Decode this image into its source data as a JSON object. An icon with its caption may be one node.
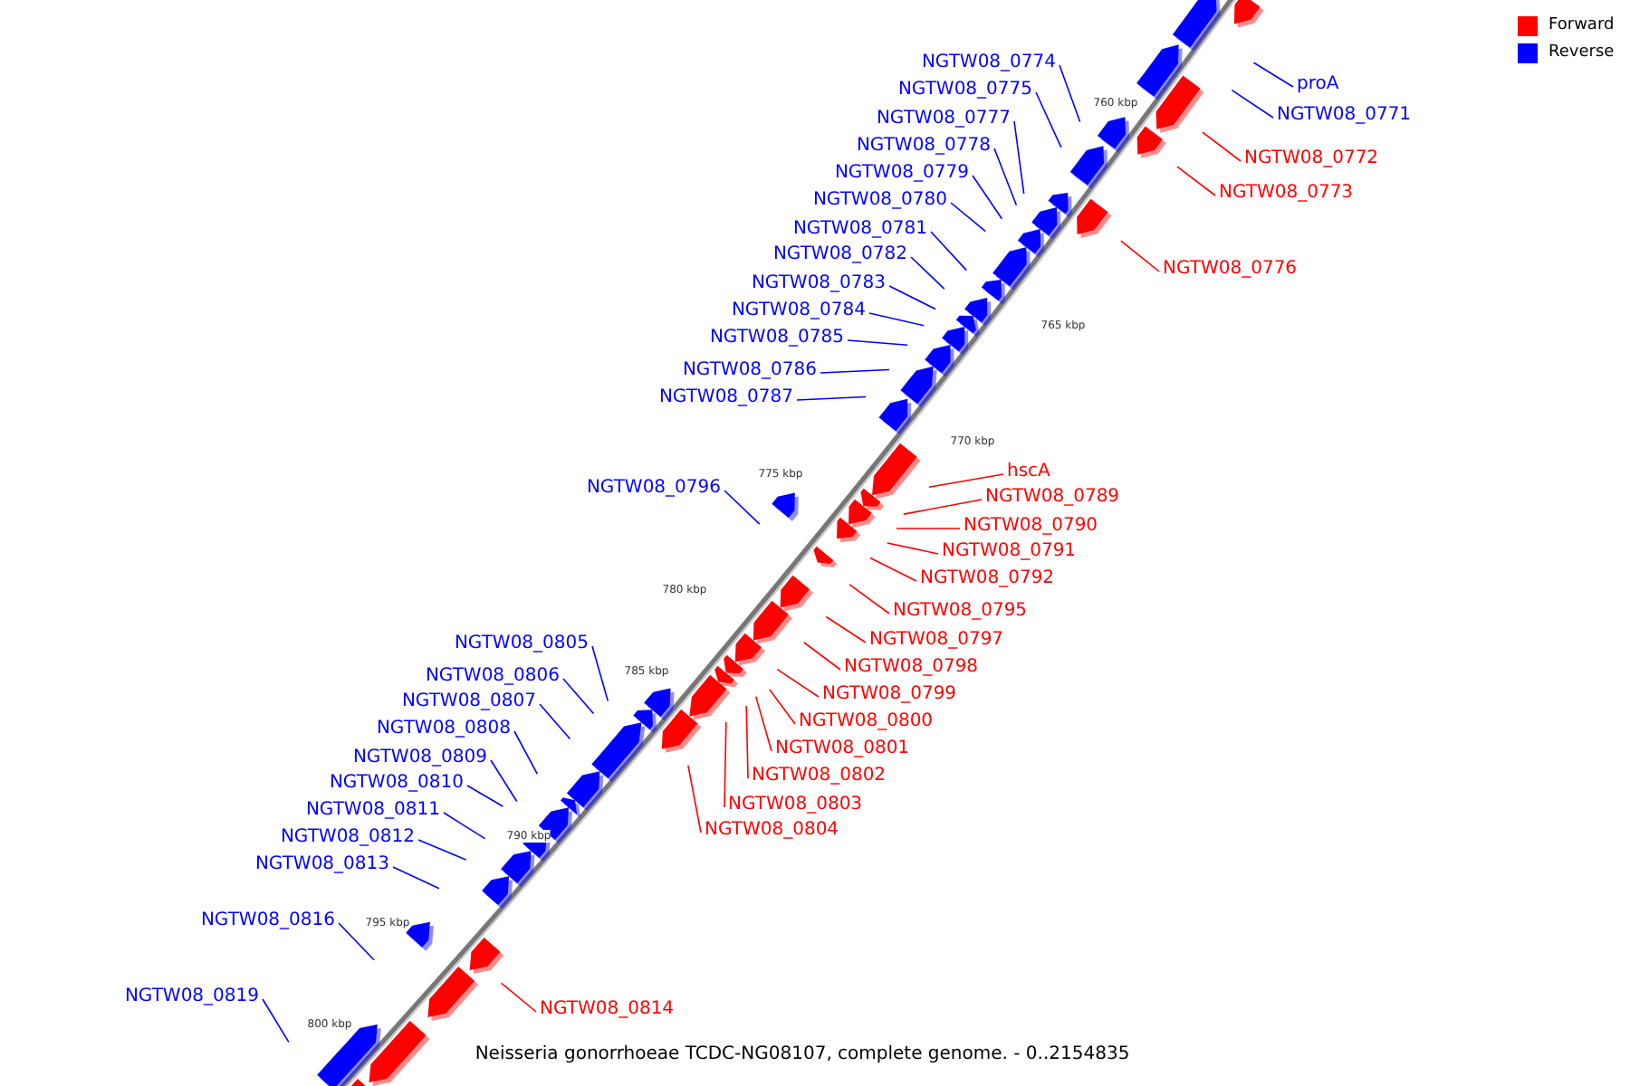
{
  "diagram": {
    "caption": "Neisseria gonorrhoeae TCDC-NG08107, complete genome. - 0..2154835",
    "nodes": [
      {
        "text": [
          "NGTW08_0774"
        ]
      },
      {
        "text": [
          "proA"
        ]
      },
      {
        "text": [
          "NGTW08_0775"
        ]
      },
      {
        "text": [
          "NGTW08_0771"
        ]
      },
      {
        "text": [
          "NGTW08_0777"
        ]
      },
      {
        "text": [
          "NGTW08_0778"
        ]
      },
      {
        "text": [
          "NGTW08_0772"
        ]
      },
      {
        "text": [
          "NGTW08_0779"
        ]
      },
      {
        "text": [
          "NGTW08_0773"
        ]
      },
      {
        "text": [
          "NGTW08_0780"
        ]
      },
      {
        "text": [
          "NGTW08_0781"
        ]
      },
      {
        "text": [
          "NGTW08_0782"
        ]
      },
      {
        "text": [
          "NGTW08_0776"
        ]
      },
      {
        "text": [
          "NGTW08_0783"
        ]
      },
      {
        "text": [
          "NGTW08_0784"
        ]
      },
      {
        "text": [
          "NGTW08_0785"
        ]
      },
      {
        "text": [
          "NGTW08_0786"
        ]
      },
      {
        "text": [
          "NGTW08_0787"
        ]
      },
      {
        "text": [
          "hscA"
        ]
      },
      {
        "text": [
          "NGTW08_0796"
        ]
      },
      {
        "text": [
          "NGTW08_0789"
        ]
      },
      {
        "text": [
          "NGTW08_0790"
        ]
      },
      {
        "text": [
          "NGTW08_0791"
        ]
      },
      {
        "text": [
          "NGTW08_0792"
        ]
      },
      {
        "text": [
          "NGTW08_0795"
        ]
      },
      {
        "text": [
          "NGTW08_0797"
        ]
      },
      {
        "text": [
          "NGTW08_0805"
        ]
      },
      {
        "text": [
          "NGTW08_0798"
        ]
      },
      {
        "text": [
          "NGTW08_0806"
        ]
      },
      {
        "text": [
          "NGTW08_0799"
        ]
      },
      {
        "text": [
          "NGTW08_0807"
        ]
      },
      {
        "text": [
          "NGTW08_0800"
        ]
      },
      {
        "text": [
          "NGTW08_0808"
        ]
      },
      {
        "text": [
          "NGTW08_0801"
        ]
      },
      {
        "text": [
          "NGTW08_0809"
        ]
      },
      {
        "text": [
          "NGTW08_0802"
        ]
      },
      {
        "text": [
          "NGTW08_0810"
        ]
      },
      {
        "text": [
          "NGTW08_0803"
        ]
      },
      {
        "text": [
          "NGTW08_0811"
        ]
      },
      {
        "text": [
          "NGTW08_0804"
        ]
      },
      {
        "text": [
          "NGTW08_0812"
        ]
      },
      {
        "text": [
          "NGTW08_0813"
        ]
      },
      {
        "text": [
          "NGTW08_0816"
        ]
      },
      {
        "text": [
          "NGTW08_0819"
        ]
      },
      {
        "text": [
          "NGTW08_0814"
        ]
      }
    ],
    "edges": [
      {
        "from": 0,
        "to": null,
        "arrow": "none"
      },
      {
        "from": 1,
        "to": null,
        "arrow": "none"
      },
      {
        "from": 2,
        "to": null,
        "arrow": "none"
      },
      {
        "from": 3,
        "to": null,
        "arrow": "none"
      },
      {
        "from": 4,
        "to": null,
        "arrow": "none"
      },
      {
        "from": 5,
        "to": null,
        "arrow": "none"
      },
      {
        "from": 6,
        "to": null,
        "arrow": "none",
        "color": "#ff0000"
      },
      {
        "from": 7,
        "to": null,
        "arrow": "none"
      },
      {
        "from": 8,
        "to": null,
        "arrow": "none",
        "color": "#ff0000"
      },
      {
        "from": 9,
        "to": null,
        "arrow": "none"
      },
      {
        "from": 10,
        "to": null,
        "arrow": "none"
      },
      {
        "from": 11,
        "to": null,
        "arrow": "none"
      },
      {
        "from": 12,
        "to": null,
        "arrow": "none",
        "color": "#ff0000"
      },
      {
        "from": 13,
        "to": null,
        "arrow": "none"
      },
      {
        "from": 14,
        "to": null,
        "arrow": "none"
      },
      {
        "from": 15,
        "to": null,
        "arrow": "none"
      },
      {
        "from": 16,
        "to": null,
        "arrow": "none"
      },
      {
        "from": 17,
        "to": null,
        "arrow": "none"
      },
      {
        "from": 18,
        "to": null,
        "arrow": "none",
        "color": "#ff0000"
      },
      {
        "from": 19,
        "to": null,
        "arrow": "none"
      },
      {
        "from": 20,
        "to": null,
        "arrow": "none",
        "color": "#ff0000"
      },
      {
        "from": 21,
        "to": null,
        "arrow": "none",
        "color": "#ff0000"
      },
      {
        "from": 22,
        "to": null,
        "arrow": "none",
        "color": "#ff0000"
      },
      {
        "from": 23,
        "to": null,
        "arrow": "none",
        "color": "#ff0000"
      },
      {
        "from": 24,
        "to": null,
        "arrow": "none",
        "color": "#ff0000"
      },
      {
        "from": 25,
        "to": null,
        "arrow": "none",
        "color": "#ff0000"
      },
      {
        "from": 26,
        "to": null,
        "arrow": "none"
      },
      {
        "from": 27,
        "to": null,
        "arrow": "none",
        "color": "#ff0000"
      },
      {
        "from": 28,
        "to": null,
        "arrow": "none"
      },
      {
        "from": 29,
        "to": null,
        "arrow": "none",
        "color": "#ff0000"
      },
      {
        "from": 30,
        "to": null,
        "arrow": "none"
      },
      {
        "from": 31,
        "to": null,
        "arrow": "none",
        "color": "#ff0000"
      },
      {
        "from": 32,
        "to": null,
        "arrow": "none"
      },
      {
        "from": 33,
        "to": null,
        "arrow": "none",
        "color": "#ff0000"
      },
      {
        "from": 34,
        "to": null,
        "arrow": "none"
      },
      {
        "from": 35,
        "to": null,
        "arrow": "none",
        "color": "#ff0000"
      },
      {
        "from": 36,
        "to": null,
        "arrow": "none"
      },
      {
        "from": 37,
        "to": null,
        "arrow": "none",
        "color": "#ff0000"
      },
      {
        "from": 38,
        "to": null,
        "arrow": "none"
      },
      {
        "from": 39,
        "to": null,
        "arrow": "none",
        "color": "#ff0000"
      },
      {
        "from": 40,
        "to": null,
        "arrow": "none"
      },
      {
        "from": 41,
        "to": null,
        "arrow": "none"
      },
      {
        "from": 42,
        "to": null,
        "arrow": "none"
      },
      {
        "from": 43,
        "to": null,
        "arrow": "none"
      },
      {
        "from": 44,
        "to": null,
        "arrow": "none",
        "color": "#ff0000"
      }
    ],
    "labels": [
      "760 kbp",
      "765 kbp",
      "770 kbp",
      "775 kbp",
      "780 kbp",
      "785 kbp",
      "790 kbp",
      "795 kbp",
      "800 kbp"
    ],
    "legend": [
      {
        "text": "Forward",
        "color": "#ff0000"
      },
      {
        "text": "Reverse",
        "color": "#0000ff"
      }
    ]
  }
}
